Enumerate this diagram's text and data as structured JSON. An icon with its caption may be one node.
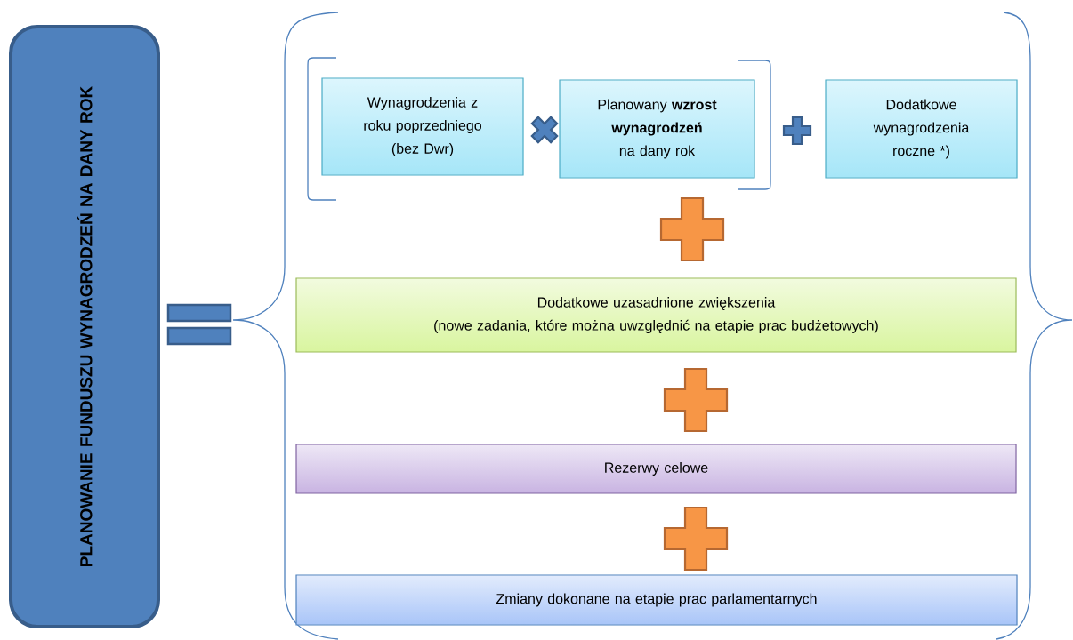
{
  "diagram": {
    "nodes": [
      {
        "text": [
          "PLANOWANIE FUNDUSZU WYNAGRODZEŃ NA DANY ROK"
        ]
      },
      {
        "text": [],
        "shape": "equals"
      },
      {
        "text": [
          "Wynagrodzenia z roku poprzedniego (bez Dwr)"
        ]
      },
      {
        "text": [],
        "shape": "cross"
      },
      {
        "text": [
          "Planowany **wzrost wynagrodzeń** na dany rok"
        ]
      },
      {
        "text": [],
        "shape": "plus"
      },
      {
        "text": [
          "Dodatkowe wynagrodzenia roczne *)"
        ]
      },
      {
        "text": [],
        "shape": "plus"
      },
      {
        "text": [
          "Dodatkowe uzasadnione zwiększenia",
          "(nowe zadania, które można uwzględnić na etapie prac budżetowych)"
        ]
      },
      {
        "text": [],
        "shape": "plus"
      },
      {
        "text": [
          "Rezerwy celowe"
        ]
      },
      {
        "text": [],
        "shape": "plus"
      },
      {
        "text": [
          "Zmiany dokonane na etapie prac parlamentarnych"
        ]
      }
    ]
  }
}
